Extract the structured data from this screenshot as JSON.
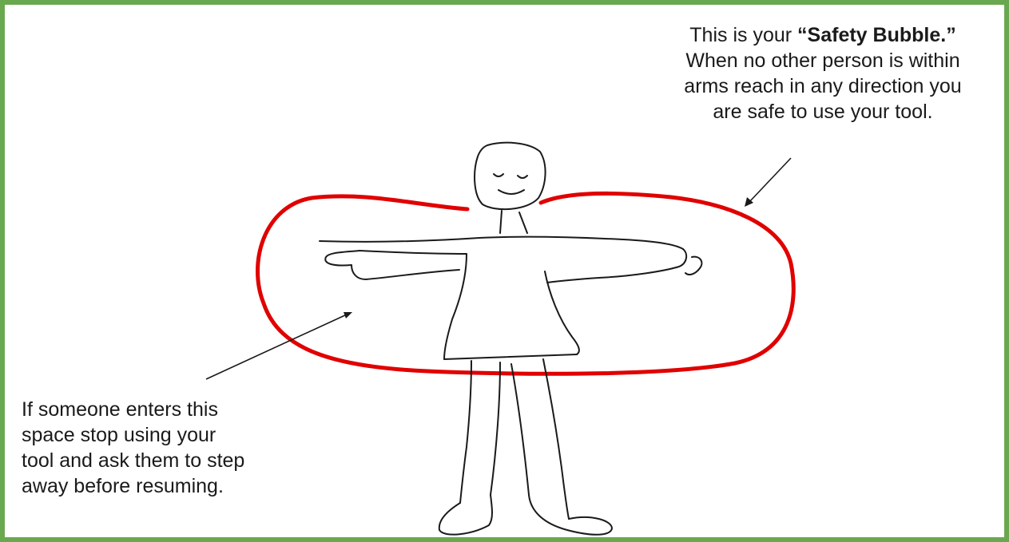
{
  "top_note": {
    "line1_prefix": "This is your ",
    "line1_bold": "“Safety Bubble.”",
    "line2": "When no other person is within",
    "line3": "arms reach in any direction you",
    "line4": "are safe to use your tool."
  },
  "bottom_note": {
    "line1": "If someone enters this",
    "line2": "space stop using your",
    "line3": "tool and ask them to step",
    "line4": "away before resuming."
  },
  "colors": {
    "frame": "#6aa84f",
    "bubble": "#e00000",
    "ink": "#1a1a1a"
  }
}
